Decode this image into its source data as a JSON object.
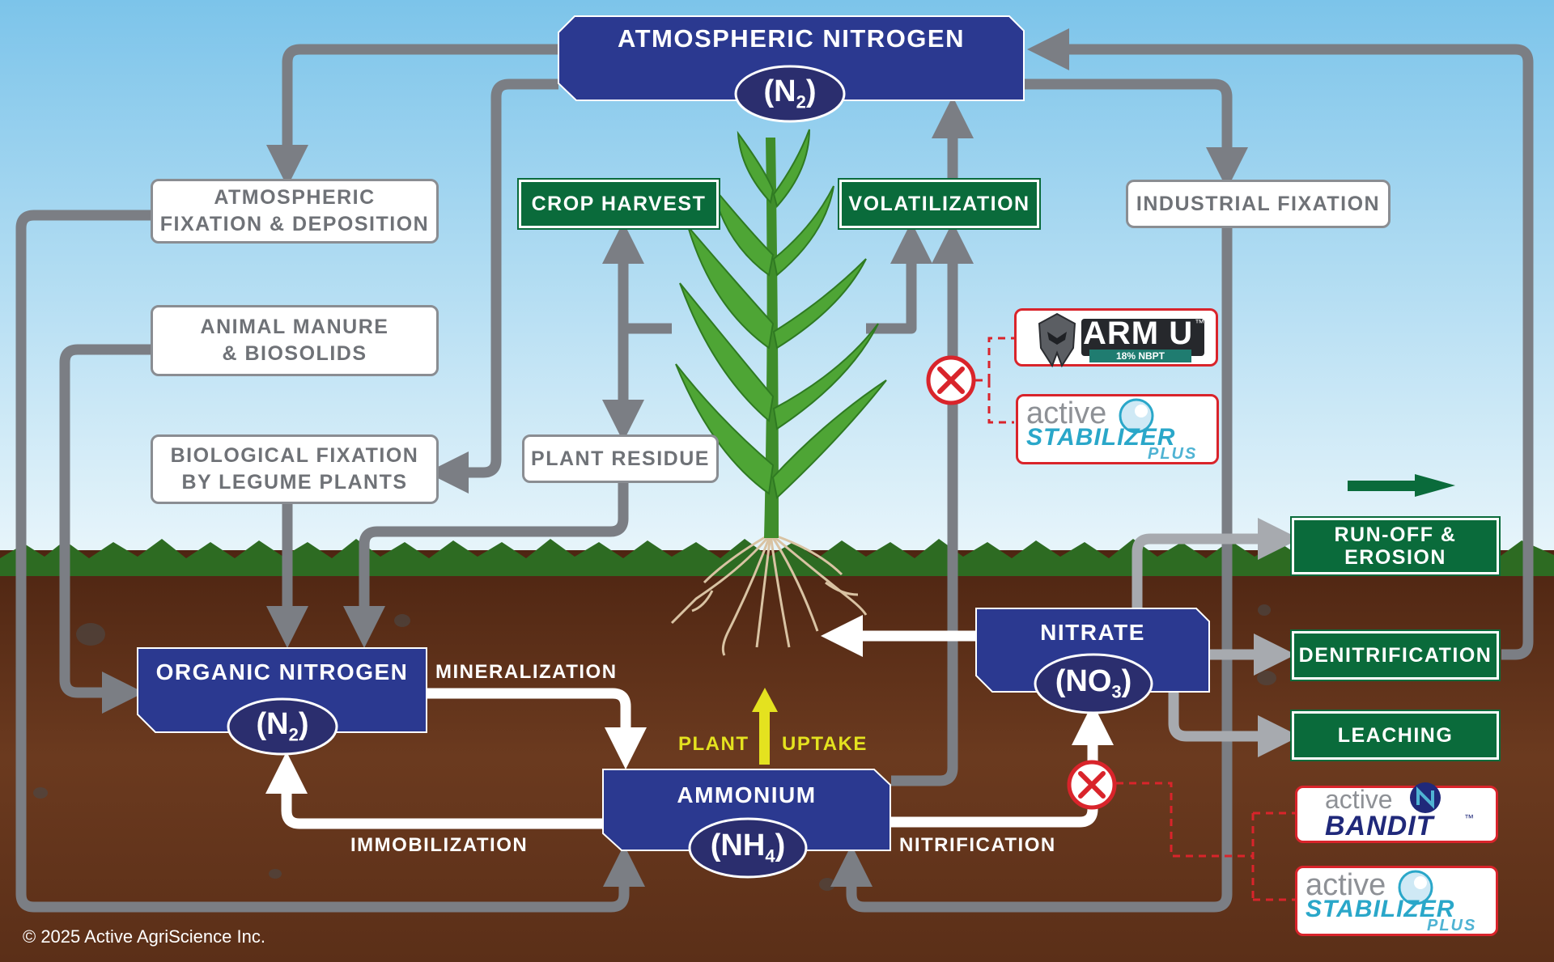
{
  "top": {
    "title": "ATMOSPHERIC NITROGEN",
    "formula": "N",
    "formula_sub": "2"
  },
  "gray_boxes": {
    "atm_fix_line1": "ATMOSPHERIC",
    "atm_fix_line2": "FIXATION & DEPOSITION",
    "manure_line1": "ANIMAL MANURE",
    "manure_line2": "& BIOSOLIDS",
    "bio_line1": "BIOLOGICAL FIXATION",
    "bio_line2": "BY LEGUME PLANTS",
    "plant_residue": "PLANT RESIDUE",
    "industrial": "INDUSTRIAL FIXATION"
  },
  "green_boxes": {
    "crop_harvest": "CROP HARVEST",
    "volatilization": "VOLATILIZATION",
    "runoff_line1": "RUN-OFF &",
    "runoff_line2": "EROSION",
    "denitrification": "DENITRIFICATION",
    "leaching": "LEACHING"
  },
  "pools": {
    "organic_title": "ORGANIC NITROGEN",
    "organic_formula": "N",
    "organic_sub": "2",
    "ammonium_title": "AMMONIUM",
    "ammonium_formula": "NH",
    "ammonium_sub": "4",
    "nitrate_title": "NITRATE",
    "nitrate_formula": "NO",
    "nitrate_sub": "3"
  },
  "processes": {
    "mineralization": "MINERALIZATION",
    "immobilization": "IMMOBILIZATION",
    "nitrification": "NITRIFICATION",
    "plant": "PLANT",
    "uptake": "UPTAKE"
  },
  "brands": {
    "armu_name": "ARM U",
    "armu_tm": "™",
    "armu_sub": "18% NBPT",
    "active": "active",
    "stabilizer": "STABILIZER",
    "plus": "PLUS",
    "bandit": "BANDIT",
    "tm": "™"
  },
  "footer": {
    "copyright": "© 2025 Active AgriScience Inc."
  },
  "colors": {
    "sky_top": "#7cc4ea",
    "sky_bottom": "#e9f5fb",
    "soil": "#5a2f1a",
    "grass": "#2d6b22",
    "blue_box": "#2b3990",
    "green_box": "#0a6b3b",
    "gray_arrow": "#7b7e84",
    "inhibitor_red": "#d9242b",
    "uptake_yellow": "#e4e21f"
  }
}
